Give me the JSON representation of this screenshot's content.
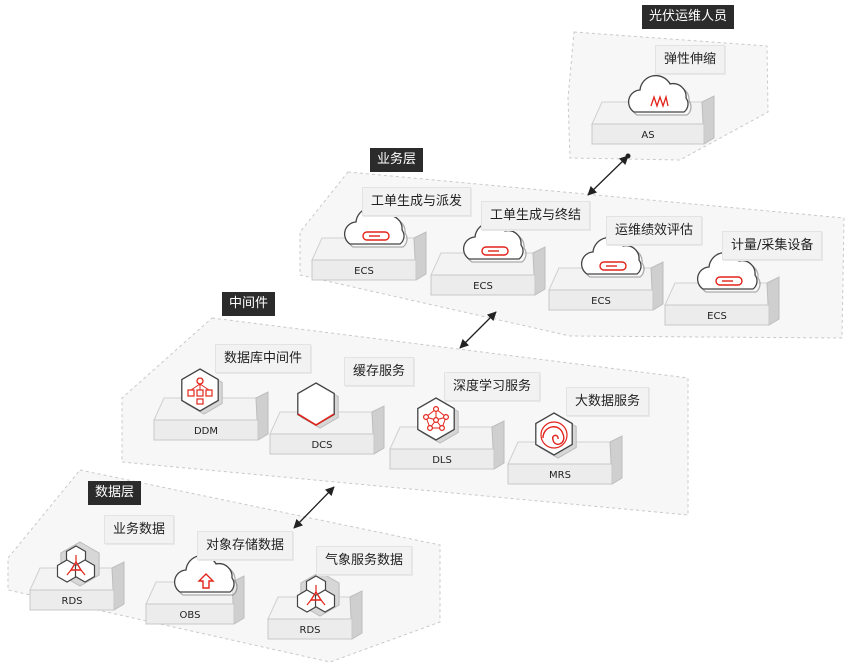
{
  "layers": {
    "ops": {
      "title": "光伏运维人员",
      "items": [
        {
          "label": "弹性伸缩",
          "node": "AS"
        }
      ]
    },
    "business": {
      "title": "业务层",
      "items": [
        {
          "label": "工单生成与派发",
          "node": "ECS"
        },
        {
          "label": "工单生成与终结",
          "node": "ECS"
        },
        {
          "label": "运维绩效评估",
          "node": "ECS"
        },
        {
          "label": "计量/采集设备",
          "node": "ECS"
        }
      ]
    },
    "middleware": {
      "title": "中间件",
      "items": [
        {
          "label": "数据库中间件",
          "node": "DDM"
        },
        {
          "label": "缓存服务",
          "node": "DCS"
        },
        {
          "label": "深度学习服务",
          "node": "DLS"
        },
        {
          "label": "大数据服务",
          "node": "MRS"
        }
      ]
    },
    "data": {
      "title": "数据层",
      "items": [
        {
          "label": "业务数据",
          "node": "RDS"
        },
        {
          "label": "对象存储数据",
          "node": "OBS"
        },
        {
          "label": "气象服务数据",
          "node": "RDS"
        }
      ]
    }
  },
  "colors": {
    "accent": "#e2231a",
    "tag_bg": "#2b2b2b",
    "panel": "#f7f7f7",
    "block_top": "#f2f2f2"
  },
  "icons": {
    "AS": "cloud-autoscale-icon",
    "ECS": "cloud-server-icon",
    "DDM": "hierarchy-hex-icon",
    "DCS": "cache-hex-icon",
    "DLS": "network-hex-icon",
    "MRS": "bigdata-hex-icon",
    "RDS": "database-hex-cluster-icon",
    "OBS": "cloud-upload-icon"
  }
}
